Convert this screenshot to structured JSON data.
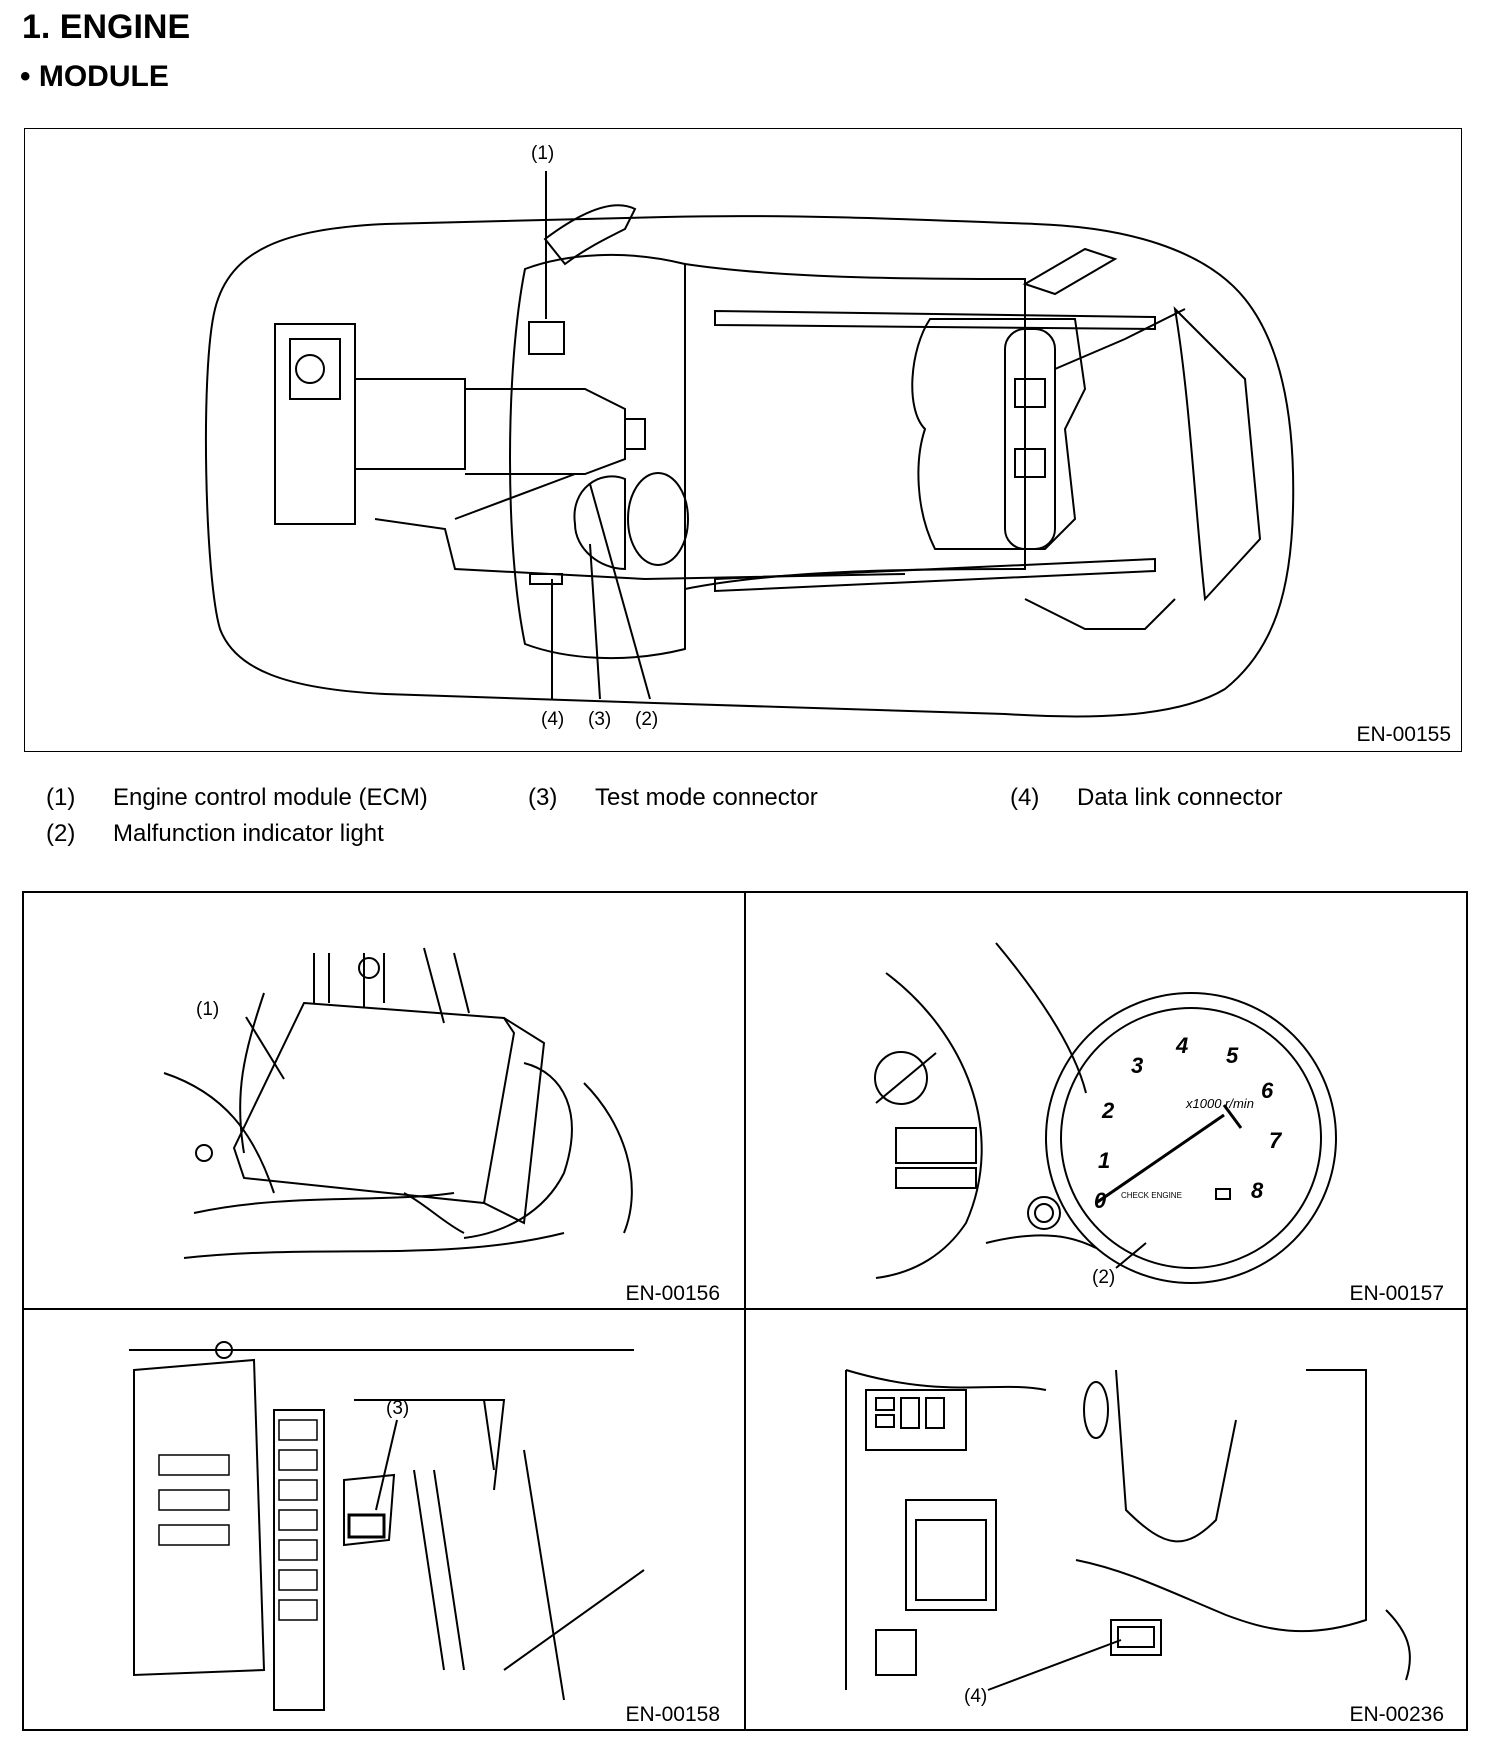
{
  "heading": "1.  ENGINE",
  "subheading": "• MODULE",
  "main_figure": {
    "code": "EN-00155",
    "callouts": [
      "(1)",
      "(2)",
      "(3)",
      "(4)"
    ]
  },
  "legend": [
    {
      "num": "(1)",
      "text": "Engine control module (ECM)"
    },
    {
      "num": "(2)",
      "text": "Malfunction indicator light"
    },
    {
      "num": "(3)",
      "text": "Test mode connector"
    },
    {
      "num": "(4)",
      "text": "Data link connector"
    }
  ],
  "figures": [
    {
      "code": "EN-00156",
      "callout": "(1)"
    },
    {
      "code": "EN-00157",
      "callout": "(2)",
      "gauge": {
        "ticks": [
          "0",
          "1",
          "2",
          "3",
          "4",
          "5",
          "6",
          "7",
          "8"
        ],
        "unit": "x1000 r/min",
        "lamp": "CHECK ENGINE"
      }
    },
    {
      "code": "EN-00158",
      "callout": "(3)"
    },
    {
      "code": "EN-00236",
      "callout": "(4)"
    }
  ]
}
